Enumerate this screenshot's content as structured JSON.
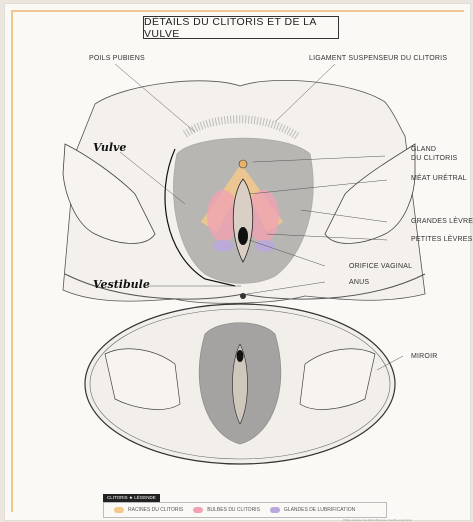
{
  "title": "DÉTAILS DU CLITORIS ET DE LA VULVE",
  "labels": {
    "poils": "POILS PUBIENS",
    "ligament": "LIGAMENT SUSPENSEUR DU CLITORIS",
    "gland": "GLAND\nDU CLITORIS",
    "meat": "MÉAT URÉTRAL",
    "grandes": "GRANDES LÈVRES",
    "petites": "PETITES LÈVRES",
    "orifice": "ORIFICE VAGINAL",
    "anus": "ANUS",
    "miroir": "MIROIR"
  },
  "handwritten": {
    "vulve": "Vulve",
    "vestibule": "Vestibule"
  },
  "legend": {
    "tag": "CLITORIS ★ LÉGENDE",
    "items": [
      {
        "label": "RACINES DU CLITORIS",
        "color": "#f3c98a"
      },
      {
        "label": "BULBES DU CLITORIS",
        "color": "#f0a3b2"
      },
      {
        "label": "GLANDES DE LUBRIFICATION",
        "color": "#b9a8db"
      }
    ]
  },
  "credit": "https://www.ma-bibliotheque-credits.example"
}
